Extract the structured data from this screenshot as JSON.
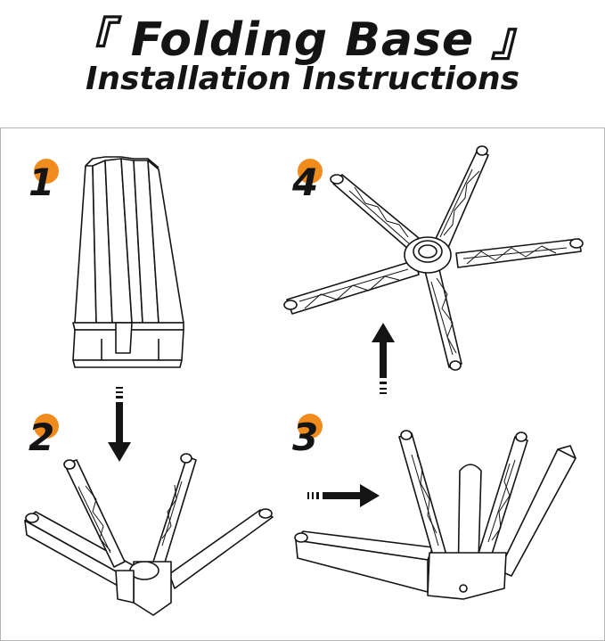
{
  "title": "『 Folding Base 』",
  "subtitle": "Installation Instructions",
  "steps": [
    {
      "number": "1"
    },
    {
      "number": "2"
    },
    {
      "number": "3"
    },
    {
      "number": "4"
    }
  ],
  "colors": {
    "accent": "#f08c1e",
    "ink": "#141414",
    "frame": "#b4b4b4"
  },
  "arrows": [
    "down",
    "right",
    "up"
  ]
}
